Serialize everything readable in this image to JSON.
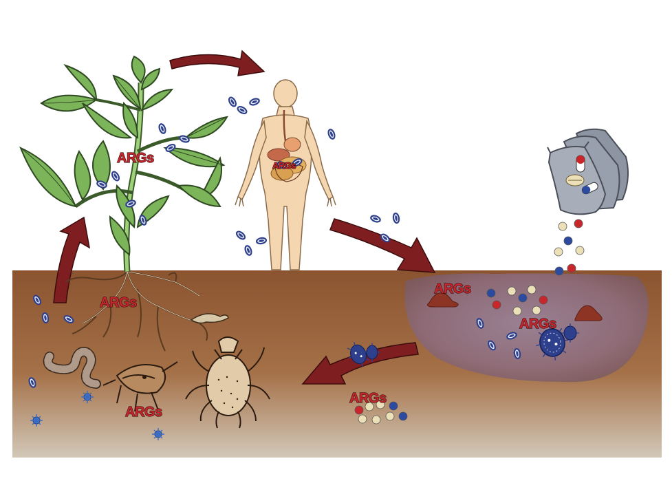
{
  "diagram": {
    "labels": {
      "plant_args": "ARGs",
      "human_args": "ARGs",
      "root_args": "ARGs",
      "soil_fauna_args": "ARGs",
      "return_args": "ARGs",
      "manure_args_left": "ARGs",
      "manure_args_right": "ARGs"
    },
    "colors": {
      "arrow": "#7f1e20",
      "soil_top": "#8a5430",
      "soil_bottom": "#cdc2b2",
      "manure_pool": "#8c6a8a",
      "leaf": "#7cb45a",
      "leaf_dark": "#2f4a22",
      "skin": "#f4d6b0",
      "bacteria": "#2e3f8c",
      "pill_red": "#c9262c",
      "pill_blue": "#2b4aa0",
      "pill_cream": "#ece0b8",
      "bag": "#a7adb9"
    },
    "icons": [
      "plant-icon",
      "human-icon",
      "pill-bags-icon",
      "earthworm-icon",
      "springtail-icon",
      "mite-icon",
      "root-icon",
      "bacteria-icon",
      "arrow-icon"
    ]
  }
}
